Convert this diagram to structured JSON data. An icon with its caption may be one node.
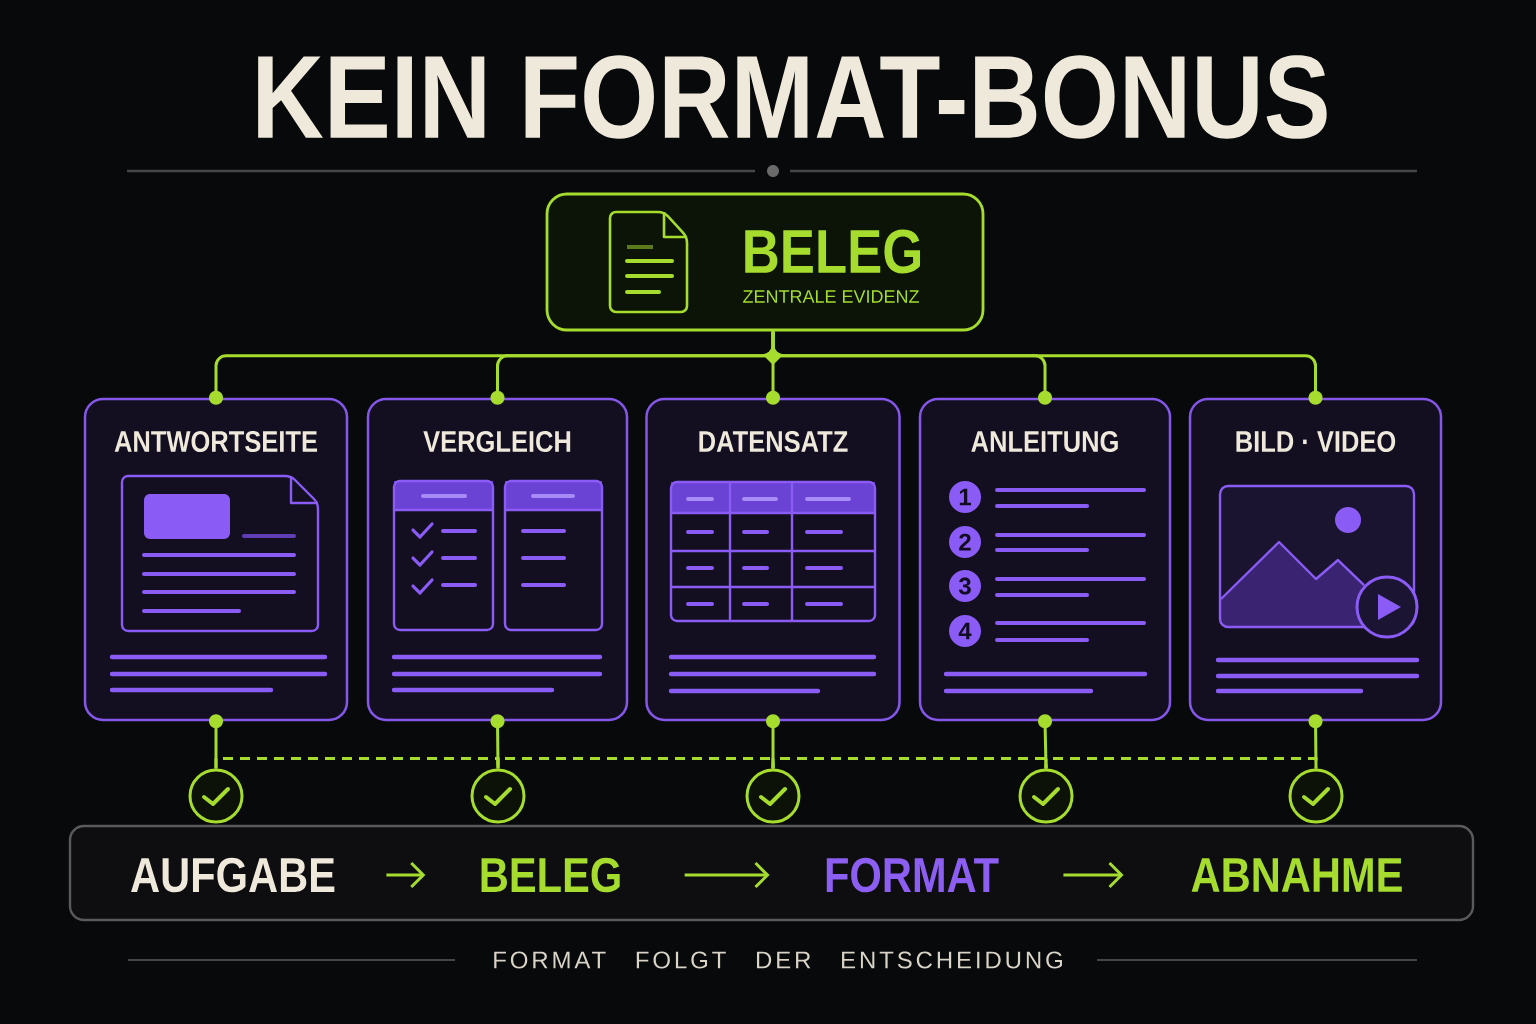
{
  "diagram": {
    "title": "KEIN FORMAT-BONUS",
    "caption": "FORMAT FOLGT DER ENTSCHEIDUNG",
    "nodes": [
      {
        "text": [
          "BELEG",
          "ZENTRALE EVIDENZ"
        ]
      },
      {
        "text": [
          "ANTWORTSEITE"
        ]
      },
      {
        "text": [
          "VERGLEICH"
        ]
      },
      {
        "text": [
          "DATENSATZ"
        ]
      },
      {
        "text": [
          "ANLEITUNG"
        ]
      },
      {
        "text": [
          "BILD · VIDEO"
        ]
      },
      {
        "text": [],
        "shape": "circle"
      },
      {
        "text": [],
        "shape": "circle"
      },
      {
        "text": [],
        "shape": "circle"
      },
      {
        "text": [],
        "shape": "circle"
      },
      {
        "text": [],
        "shape": "circle"
      },
      {
        "text": [],
        "shape": "box"
      },
      {
        "text": [
          "AUFGABE"
        ],
        "in": 11
      },
      {
        "text": [
          "BELEG"
        ],
        "in": 11
      },
      {
        "text": [
          "FORMAT"
        ],
        "in": 11
      },
      {
        "text": [
          "ABNAHME"
        ],
        "in": 11
      }
    ],
    "edges": [
      {
        "from": 0,
        "to": 1,
        "arrow": "other"
      },
      {
        "from": 0,
        "to": 2,
        "arrow": "other"
      },
      {
        "from": 0,
        "to": 3,
        "arrow": "other"
      },
      {
        "from": 0,
        "to": 4,
        "arrow": "other"
      },
      {
        "from": 0,
        "to": 5,
        "arrow": "other"
      },
      {
        "from": 1,
        "to": 6,
        "arrow": "other"
      },
      {
        "from": 2,
        "to": 7,
        "arrow": "other"
      },
      {
        "from": 3,
        "to": 8,
        "arrow": "other"
      },
      {
        "from": 4,
        "to": 9,
        "arrow": "other"
      },
      {
        "from": 5,
        "to": 10,
        "arrow": "other"
      },
      {
        "from": 6,
        "to": 7,
        "arrow": "none",
        "style": "dashed"
      },
      {
        "from": 7,
        "to": 8,
        "arrow": "none",
        "style": "dashed"
      },
      {
        "from": 8,
        "to": 9,
        "arrow": "none",
        "style": "dashed"
      },
      {
        "from": 9,
        "to": 10,
        "arrow": "none",
        "style": "dashed"
      },
      {
        "from": 12,
        "to": 13,
        "arrow": "to"
      },
      {
        "from": 13,
        "to": 14,
        "arrow": "to"
      },
      {
        "from": 14,
        "to": 15,
        "arrow": "to"
      }
    ],
    "labels": [
      "1",
      "2",
      "3",
      "4"
    ]
  }
}
